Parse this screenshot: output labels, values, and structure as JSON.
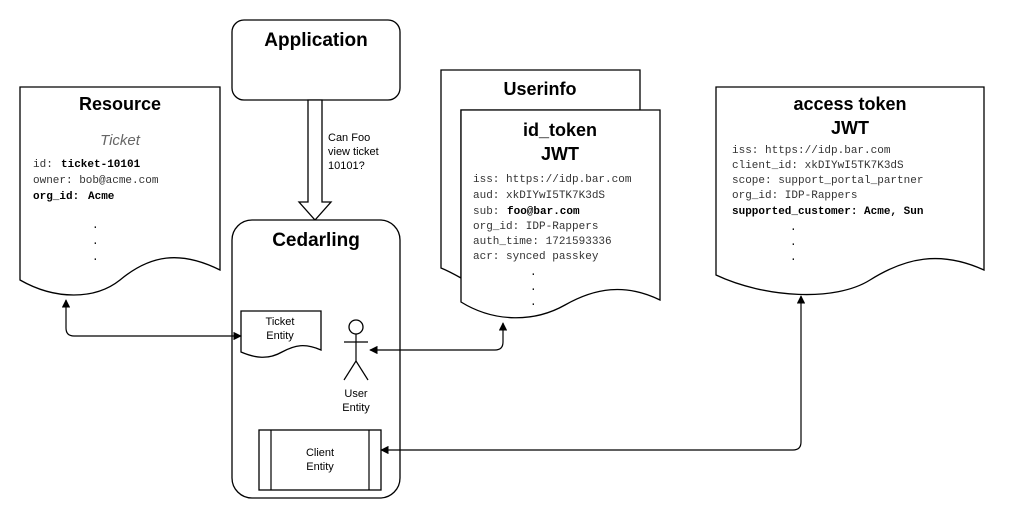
{
  "application": {
    "title": "Application"
  },
  "request": {
    "line1": "Can Foo",
    "line2": "view ticket",
    "line3": "10101?"
  },
  "resource": {
    "title": "Resource",
    "subtitle": "Ticket",
    "id_key": "id:",
    "id_val": "ticket-10101",
    "owner": "owner: bob@acme.com",
    "org_key": "org_id:",
    "org_val": "Acme"
  },
  "cedarling": {
    "title": "Cedarling",
    "ticket_entity": {
      "line1": "Ticket",
      "line2": "Entity"
    },
    "user_entity": {
      "line1": "User",
      "line2": "Entity"
    },
    "client_entity": {
      "line1": "Client",
      "line2": "Entity"
    }
  },
  "userinfo": {
    "title": "Userinfo"
  },
  "id_token": {
    "title1": "id_token",
    "title2": "JWT",
    "iss": "iss: https://idp.bar.com",
    "aud": "aud: xkDIYwI5TK7K3dS",
    "sub_key": "sub:",
    "sub_val": "foo@bar.com",
    "org": "org_id: IDP-Rappers",
    "auth_time": "auth_time: 1721593336",
    "acr": "acr: synced passkey"
  },
  "access_token": {
    "title1": "access token",
    "title2": "JWT",
    "iss": "iss: https://idp.bar.com",
    "client_id": "client_id: xkDIYwI5TK7K3dS",
    "scope": "scope: support_portal_partner",
    "org": "org_id: IDP-Rappers",
    "supported": "supported_customer: Acme, Sun"
  },
  "ellipsis": "."
}
